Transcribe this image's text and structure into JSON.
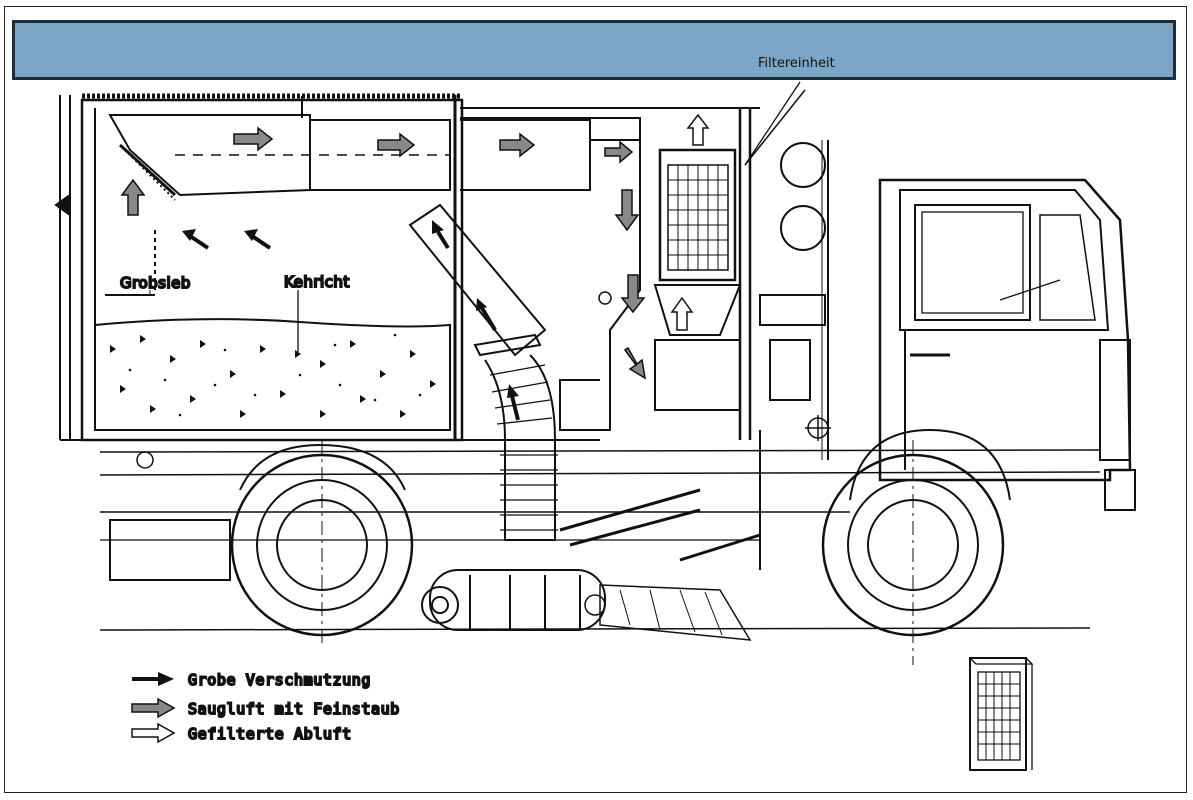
{
  "header": {
    "color": "#7ba6c6",
    "border_color": "#1f2d3a"
  },
  "labels": {
    "filter_unit": "Filtereinheit",
    "coarse_screen": "Grobsieb",
    "sweepings": "Kehricht"
  },
  "legend": {
    "coarse_dirt": "Grobe Verschmutzung",
    "suction_air": "Saugluft mit Feinstaub",
    "filtered_exhaust": "Gefilterte Abluft"
  },
  "icons": [
    "filter-cartridge-icon",
    "solid-arrow-icon",
    "hatched-arrow-icon",
    "outline-arrow-icon"
  ]
}
